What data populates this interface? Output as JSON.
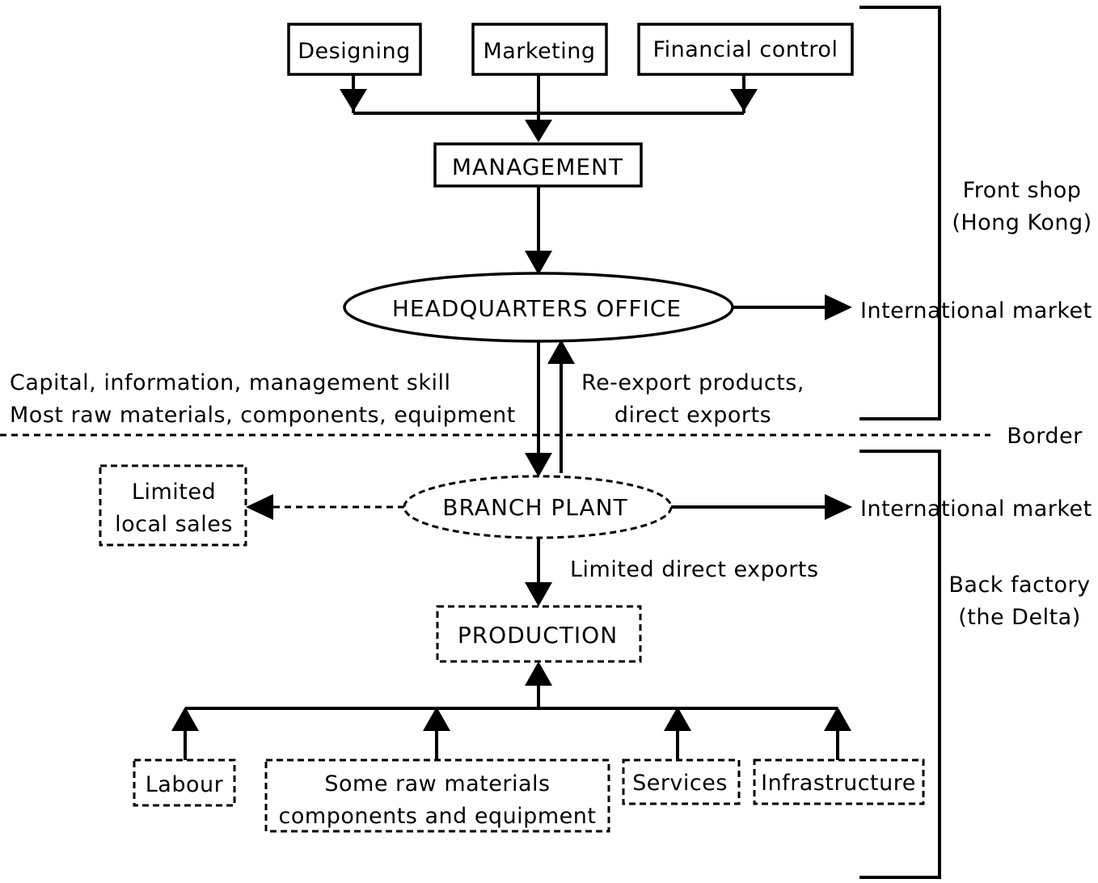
{
  "nodes": {
    "designing": "Designing",
    "marketing": "Marketing",
    "financial_control": "Financial control",
    "management": "MANAGEMENT",
    "headquarters": "HEADQUARTERS OFFICE",
    "branch_plant": "BRANCH PLANT",
    "limited_local_sales": [
      "Limited",
      "local sales"
    ],
    "production": "PRODUCTION",
    "labour": "Labour",
    "raw_materials": [
      "Some raw materials",
      "components and equipment"
    ],
    "services": "Services",
    "infrastructure": "Infrastructure"
  },
  "edge_labels": {
    "flows_down": [
      "Capital, information, management skill",
      "Most raw materials, components, equipment"
    ],
    "flows_up": [
      "Re-export products,",
      "direct exports"
    ],
    "hq_market": "International market",
    "plant_market": "International market",
    "limited_exports": "Limited direct exports"
  },
  "regions": {
    "front_shop": [
      "Front shop",
      "(Hong Kong)"
    ],
    "back_factory": [
      "Back factory",
      "(the Delta)"
    ],
    "border": "Border"
  }
}
